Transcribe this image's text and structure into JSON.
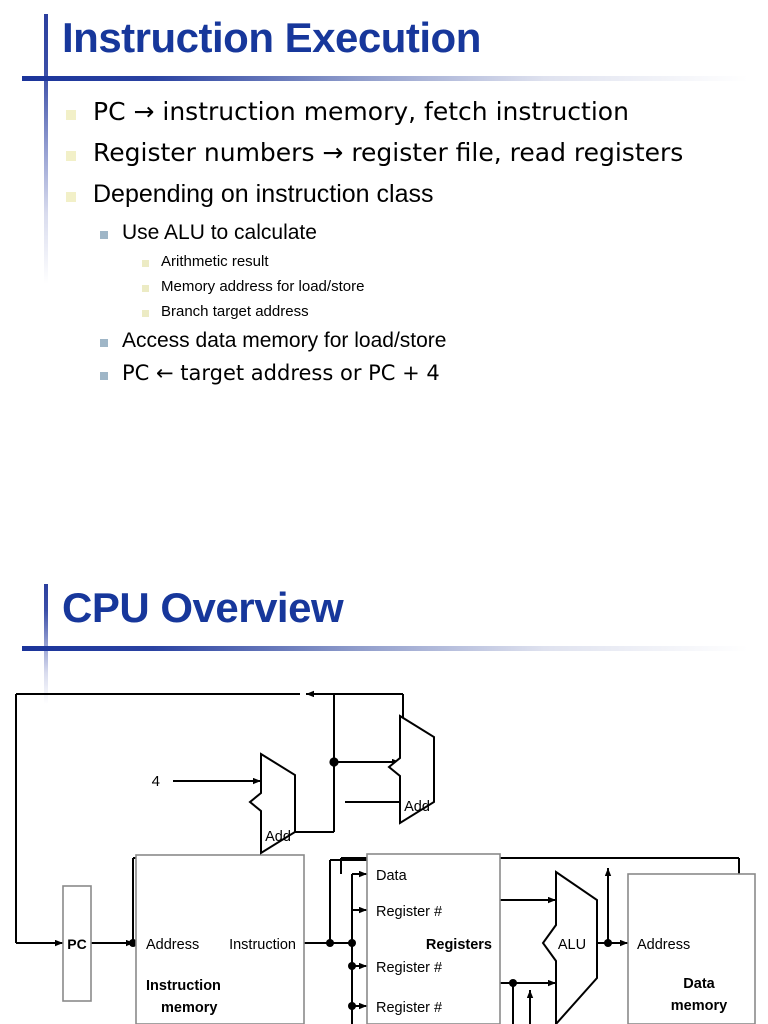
{
  "slide1": {
    "title": "Instruction Execution",
    "bullets": [
      {
        "level": 1,
        "text": "PC → instruction memory, fetch instruction"
      },
      {
        "level": 1,
        "text": "Register numbers → register file, read registers"
      },
      {
        "level": 1,
        "text": "Depending on instruction class"
      },
      {
        "level": 2,
        "text": "Use ALU to calculate"
      },
      {
        "level": 3,
        "text": "Arithmetic result"
      },
      {
        "level": 3,
        "text": "Memory address for load/store"
      },
      {
        "level": 3,
        "text": "Branch target address"
      },
      {
        "level": 2,
        "text": "Access data memory for load/store"
      },
      {
        "level": 2,
        "text": "PC ← target address or PC + 4"
      }
    ]
  },
  "slide2": {
    "title": "CPU Overview",
    "diagram": {
      "name": "mips-single-cycle-datapath",
      "const_four": "4",
      "adder_left_label": "Add",
      "adder_right_label": "Add",
      "pc_label": "PC",
      "instruction_memory": {
        "port_address": "Address",
        "port_instruction": "Instruction",
        "name_line1": "Instruction",
        "name_line2": "memory"
      },
      "registers": {
        "port_data": "Data",
        "port_reg1": "Register #",
        "port_reg2": "Register #",
        "port_reg3": "Register #",
        "name": "Registers"
      },
      "alu_label": "ALU",
      "data_memory": {
        "port_address": "Address",
        "name_line1": "Data",
        "name_line2": "memory"
      }
    }
  },
  "theme": {
    "title_color": "#17379b",
    "rule_color": "#1b349a",
    "bullet_l1_color": "#f2f0c8",
    "bullet_l2_color": "#9fb6c7",
    "bullet_l3_color": "#ecebc4",
    "wire_color": "#000000",
    "box_border_color": "#808080",
    "background": "#ffffff"
  }
}
